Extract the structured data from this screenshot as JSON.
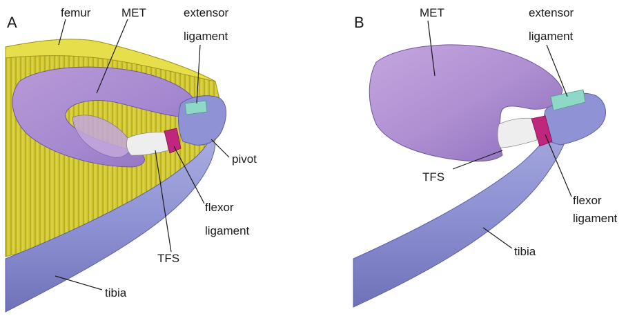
{
  "panels": [
    {
      "letter": "A",
      "labels": {
        "femur": "femur",
        "met": "MET",
        "extensor_1": "extensor",
        "extensor_2": "ligament",
        "pivot": "pivot",
        "flexor_1": "flexor",
        "flexor_2": "ligament",
        "tfs": "TFS",
        "tibia": "tibia"
      }
    },
    {
      "letter": "B",
      "labels": {
        "met": "MET",
        "extensor_1": "extensor",
        "extensor_2": "ligament",
        "tfs": "TFS",
        "flexor_1": "flexor",
        "flexor_2": "ligament",
        "tibia": "tibia"
      }
    }
  ],
  "colors": {
    "femur": "#d8cf3a",
    "met": "#a98ad0",
    "tibia": "#8f92d4",
    "tfs": "#eeeeee",
    "flexor": "#c0267e",
    "extensor": "#8fd8c8"
  }
}
